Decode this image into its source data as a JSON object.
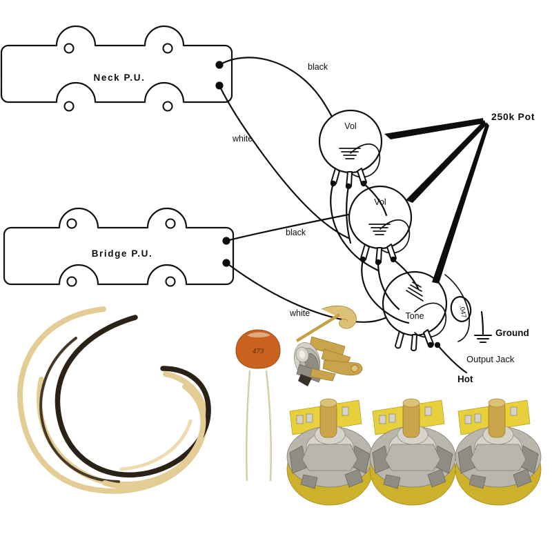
{
  "document": {
    "kind": "wiring-diagram",
    "subject": "Jazz Bass style two-pickup wiring diagram with component photo"
  },
  "diagram": {
    "pickups": [
      {
        "id": "neck",
        "label": "Neck P.U."
      },
      {
        "id": "bridge",
        "label": "Bridge P.U."
      }
    ],
    "wire_labels": {
      "neck_black": "black",
      "neck_white": "white",
      "bridge_black": "black",
      "bridge_white": "white"
    },
    "pots": [
      {
        "id": "vol-neck",
        "label": "Vol"
      },
      {
        "id": "vol-bridge",
        "label": "Vol"
      },
      {
        "id": "tone",
        "label": "Tone"
      }
    ],
    "capacitor": {
      "value": ".047"
    },
    "callouts": {
      "pot_value": "250k Pot",
      "ground": "Ground",
      "output_jack": "Output Jack",
      "hot": "Hot"
    }
  },
  "photo": {
    "items": [
      {
        "name": "hookup-wire-coil",
        "colors": [
          "#e3cd95",
          "#2b2217"
        ]
      },
      {
        "name": "ceramic-capacitor",
        "marking": "473",
        "color": "#c9621f"
      },
      {
        "name": "output-jack",
        "color": "#c9a44a"
      },
      {
        "name": "potentiometer-1",
        "color": "#e8cf3c"
      },
      {
        "name": "potentiometer-2",
        "color": "#e8cf3c"
      },
      {
        "name": "potentiometer-3",
        "color": "#e8cf3c"
      }
    ]
  },
  "colors": {
    "ink": "#0d0d0d",
    "background": "#ffffff",
    "cap_orange": "#c9621f",
    "pcb_yellow": "#e8cf3c",
    "brass": "#c9a44a",
    "wire_cream": "#e3cd95",
    "wire_black": "#2b2217"
  }
}
